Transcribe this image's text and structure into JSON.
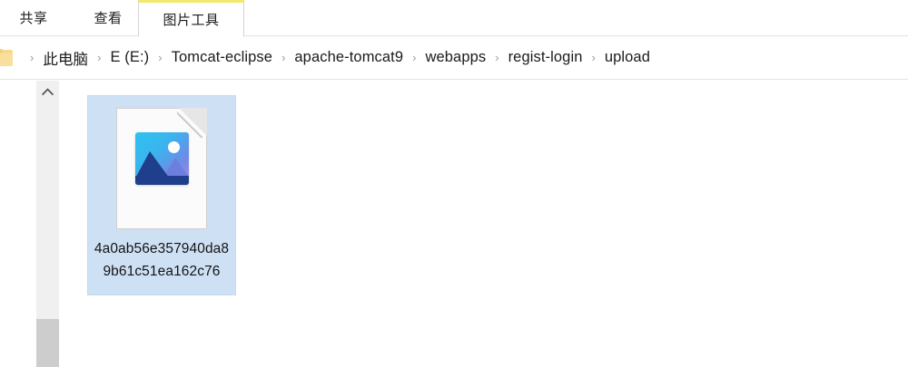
{
  "ribbon": {
    "tabs": [
      {
        "label": "共享",
        "selected": false
      },
      {
        "label": "查看",
        "selected": false
      },
      {
        "label": "图片工具",
        "selected": true
      }
    ],
    "selected_tab_accent": "#f2ea6e"
  },
  "address_bar": {
    "folder_icon": "folder-icon",
    "separator": "›",
    "crumbs": [
      {
        "label": "此电脑"
      },
      {
        "label": "E (E:)"
      },
      {
        "label": "Tomcat-eclipse"
      },
      {
        "label": "apache-tomcat9"
      },
      {
        "label": "webapps"
      },
      {
        "label": "regist-login"
      },
      {
        "label": "upload"
      }
    ]
  },
  "content": {
    "scrollbar": {
      "up_arrow_icon": "chevron-up-icon",
      "thumb_visible": true
    },
    "items": [
      {
        "name": "4a0ab56e357940da89b61c51ea162c76",
        "icon": "image-file-icon",
        "selected": true,
        "selection_color": "#cee0f4"
      }
    ]
  }
}
